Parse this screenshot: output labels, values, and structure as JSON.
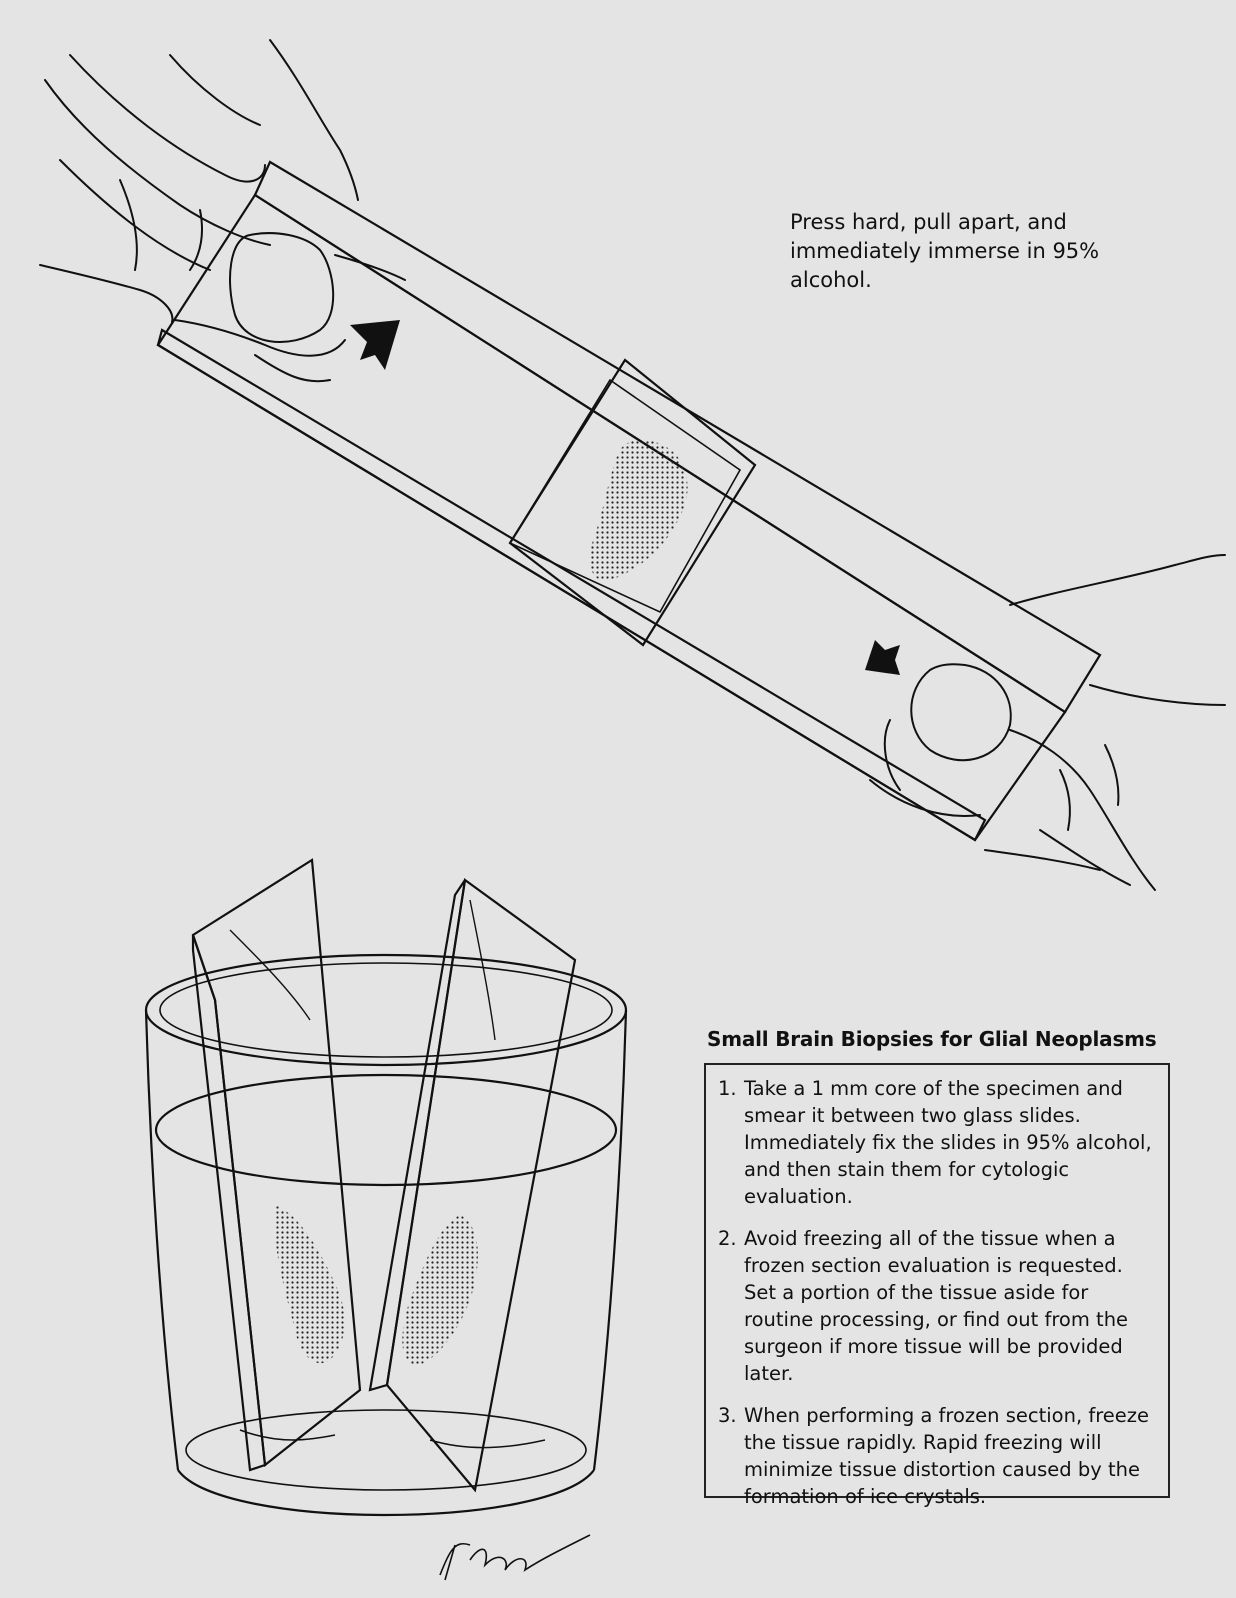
{
  "caption": "Press hard, pull apart, and immediately immerse in 95% alcohol.",
  "box": {
    "title": "Small Brain Biopsies for Glial Neoplasms",
    "items": [
      {
        "num": "1.",
        "text": "Take a 1 mm core of the specimen and smear it between two glass slides. Immediately fix the slides in 95% alcohol, and then stain them for cytologic evaluation."
      },
      {
        "num": "2.",
        "text": "Avoid freezing all of the tissue when a frozen section evaluation is requested. Set a portion of the tissue aside for routine processing, or find out from the surgeon if more tissue will be provided later."
      },
      {
        "num": "3.",
        "text": "When performing a frozen section, freeze the tissue rapidly. Rapid freezing will minimize tissue distortion caused by the formation of ice crystals."
      }
    ]
  },
  "signature": "T Phelps",
  "colors": {
    "background": "#e4e4e4",
    "ink": "#111111"
  }
}
